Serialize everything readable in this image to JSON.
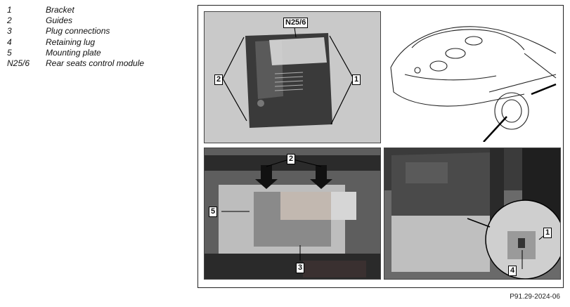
{
  "legend": [
    {
      "num": "1",
      "text": "Bracket"
    },
    {
      "num": "2",
      "text": "Guides"
    },
    {
      "num": "3",
      "text": "Plug connections"
    },
    {
      "num": "4",
      "text": "Retaining lug"
    },
    {
      "num": "5",
      "text": "Mounting plate"
    },
    {
      "num": "N25/6",
      "text": "Rear seats control module"
    }
  ],
  "figure": {
    "callouts": {
      "module": "N25/6",
      "top_left_guides": "2",
      "top_right_bracket": "1",
      "bottom_left_guides": "2",
      "bottom_left_plate": "5",
      "bottom_left_plug": "3",
      "bottom_right_bracket": "1",
      "bottom_right_lug": "4"
    },
    "reference_id": "P91.29-2024-06"
  }
}
